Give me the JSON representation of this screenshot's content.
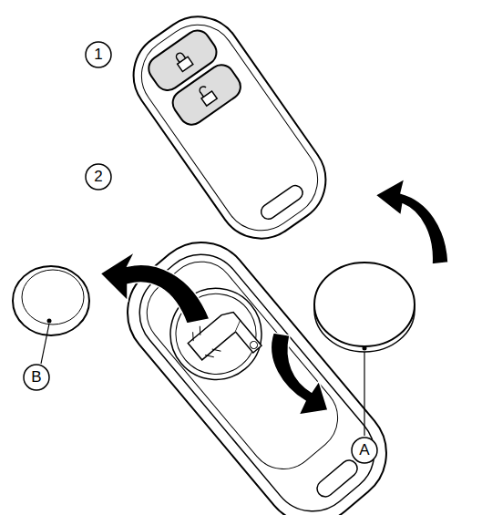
{
  "diagram": {
    "labels": [
      "1",
      "2",
      "A",
      "B"
    ]
  }
}
